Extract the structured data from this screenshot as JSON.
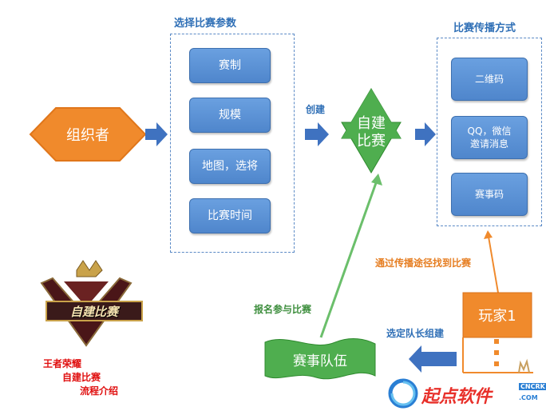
{
  "organizer": {
    "label": "组织者"
  },
  "params": {
    "title": "选择比赛参数",
    "items": [
      "赛制",
      "规模",
      "地图，选将",
      "比赛时间"
    ]
  },
  "create": {
    "arrow_label": "创建",
    "star_label_line1": "自建",
    "star_label_line2": "比赛"
  },
  "spread": {
    "title": "比赛传播方式",
    "items": [
      "二维码",
      "QQ，微信\n邀请消息",
      "赛事码"
    ]
  },
  "player": {
    "label": "玩家1"
  },
  "labels": {
    "find_path": "通过传播途径找到比赛",
    "select_captain": "选定队长组建",
    "signup": "报名参与比赛"
  },
  "team": {
    "label": "赛事队伍"
  },
  "badge": {
    "text": "自建比赛"
  },
  "caption": {
    "line1": "王者荣耀",
    "line2": "自建比赛",
    "line3": "流程介绍"
  },
  "watermark": {
    "text": "起点软件",
    "sub1": "CNCRK",
    "sub2": ".COM"
  },
  "colors": {
    "orange": "#f08a2c",
    "blue": "#4f86cc",
    "green": "#4fae4f",
    "title_blue": "#2f6fb6"
  }
}
